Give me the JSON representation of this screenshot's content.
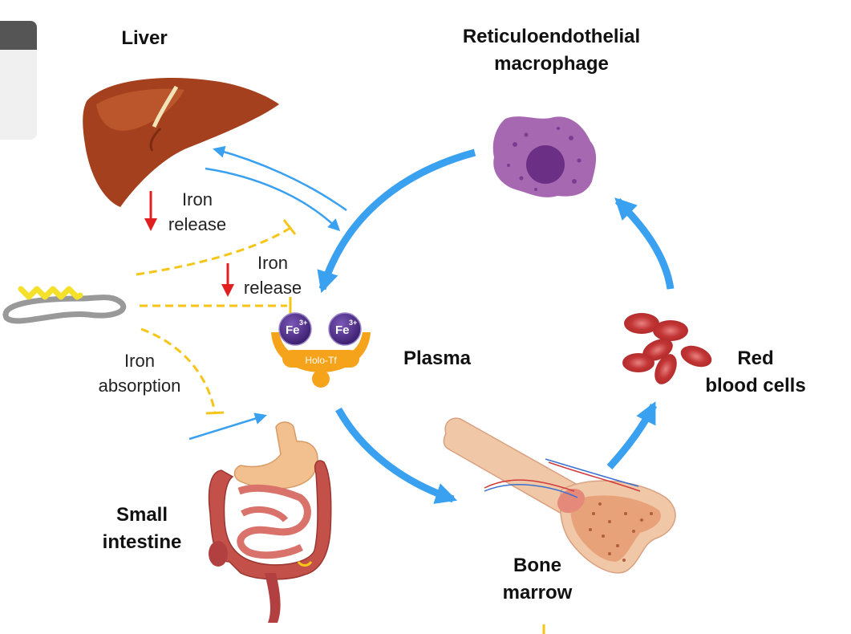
{
  "labels": {
    "liver": "Liver",
    "macrophage_line1": "Reticuloendothelial",
    "macrophage_line2": "macrophage",
    "plasma": "Plasma",
    "rbc_line1": "Red",
    "rbc_line2": "blood cells",
    "bone_line1": "Bone",
    "bone_line2": "marrow",
    "intestine_line1": "Small",
    "intestine_line2": "intestine"
  },
  "annotations": {
    "liver_release_line1": "Iron",
    "liver_release_line2": "release",
    "macrophage_release_line1": "Iron",
    "macrophage_release_line2": "release",
    "absorption_line1": "Iron",
    "absorption_line2": "absorption"
  },
  "transferrin": {
    "fe_label": "Fe",
    "fe_charge": "3+",
    "holo_tf": "Holo-Tf"
  },
  "colors": {
    "flow_arrow": "#3aa0f0",
    "inhibition": "#f5c518",
    "decrease_arrow": "#e02020",
    "transferrin": "#f5a31a",
    "iron_ion": "#4a2a80",
    "liver": "#a4401e",
    "macrophage": "#a668b0",
    "rbc": "#c23535",
    "bone": "#f0c8a8"
  }
}
